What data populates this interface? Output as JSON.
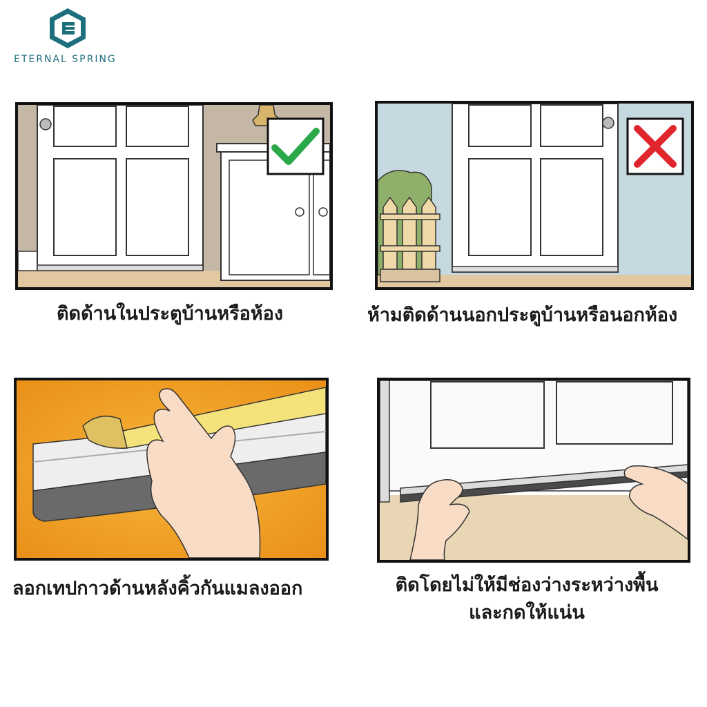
{
  "brand": {
    "name": "ETERNAL SPRING",
    "logo_color": "#1d6f7d"
  },
  "panels": [
    {
      "caption": "ติดด้านในประตูบ้านหรือห้อง",
      "mark": "check-icon",
      "mark_color": "#2aa84a"
    },
    {
      "caption": "ห้ามติดด้านนอกประตูบ้านหรือนอกห้อง",
      "mark": "cross-icon",
      "mark_color": "#e0262c"
    },
    {
      "caption": "ลอกเทปกาวด้านหลังคิ้วกันแมลงออก"
    },
    {
      "caption_line1": "ติดโดยไม่ให้มีช่องว่างระหว่างพื้น",
      "caption_line2": "และกดให้แน่น"
    }
  ]
}
